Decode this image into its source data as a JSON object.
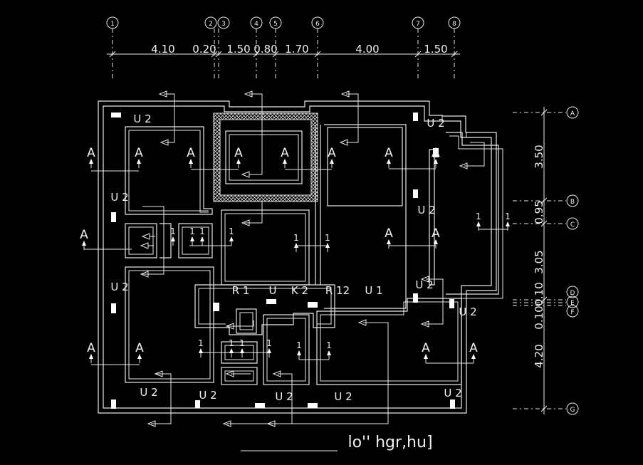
{
  "grid_x": [
    "1",
    "2",
    "3",
    "4",
    "5",
    "6",
    "7",
    "8"
  ],
  "grid_y": [
    "A",
    "B",
    "C",
    "D",
    "E",
    "F",
    "G"
  ],
  "dims_x": [
    "4.10",
    "0.20",
    "1.50",
    "0.80",
    "1.70",
    "4.00",
    "1.50"
  ],
  "dims_y": [
    "3.50",
    "0.95",
    "3.05",
    "0.10",
    "0.10",
    "4.20"
  ],
  "section_mark": "A",
  "mark_1": "1",
  "tags": {
    "u2": "U 2",
    "r1": "R 1",
    "u": "U",
    "k2": "K 2",
    "r12": "R 12",
    "u1": "U 1"
  },
  "title": "lo''   hgr,hu]"
}
